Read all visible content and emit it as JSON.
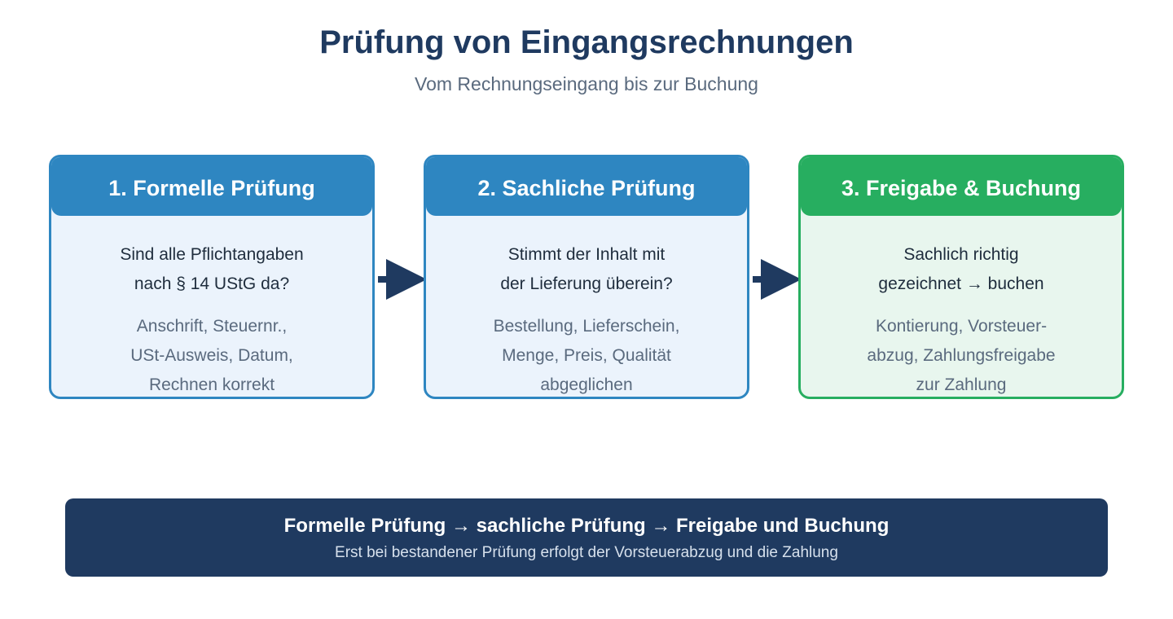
{
  "header": {
    "title": "Prüfung von Eingangsrechnungen",
    "subtitle": "Vom Rechnungseingang bis zur Buchung"
  },
  "steps": [
    {
      "title": "1. Formelle Prüfung",
      "question": "Sind alle Pflichtangaben\nnach § 14 UStG da?",
      "detail": "Anschrift, Steuernr.,\nUSt-Ausweis, Datum,\nRechnen korrekt"
    },
    {
      "title": "2. Sachliche Prüfung",
      "question": "Stimmt der Inhalt mit\nder Lieferung überein?",
      "detail": "Bestellung, Lieferschein,\nMenge, Preis, Qualität\nabgeglichen"
    },
    {
      "title": "3. Freigabe & Buchung",
      "question": "Sachlich richtig\ngezeichnet → buchen",
      "detail": "Kontierung, Vorsteuer-\nabzug, Zahlungsfreigabe\nzur Zahlung"
    }
  ],
  "summary": {
    "main": "Formelle Prüfung → sachliche Prüfung → Freigabe und Buchung",
    "sub": "Erst bei bestandener Prüfung erfolgt der Vorsteuerabzug und die Zahlung"
  },
  "colors": {
    "primary": "#2e86c1",
    "success": "#27ae60",
    "navy": "#1f3a60"
  }
}
